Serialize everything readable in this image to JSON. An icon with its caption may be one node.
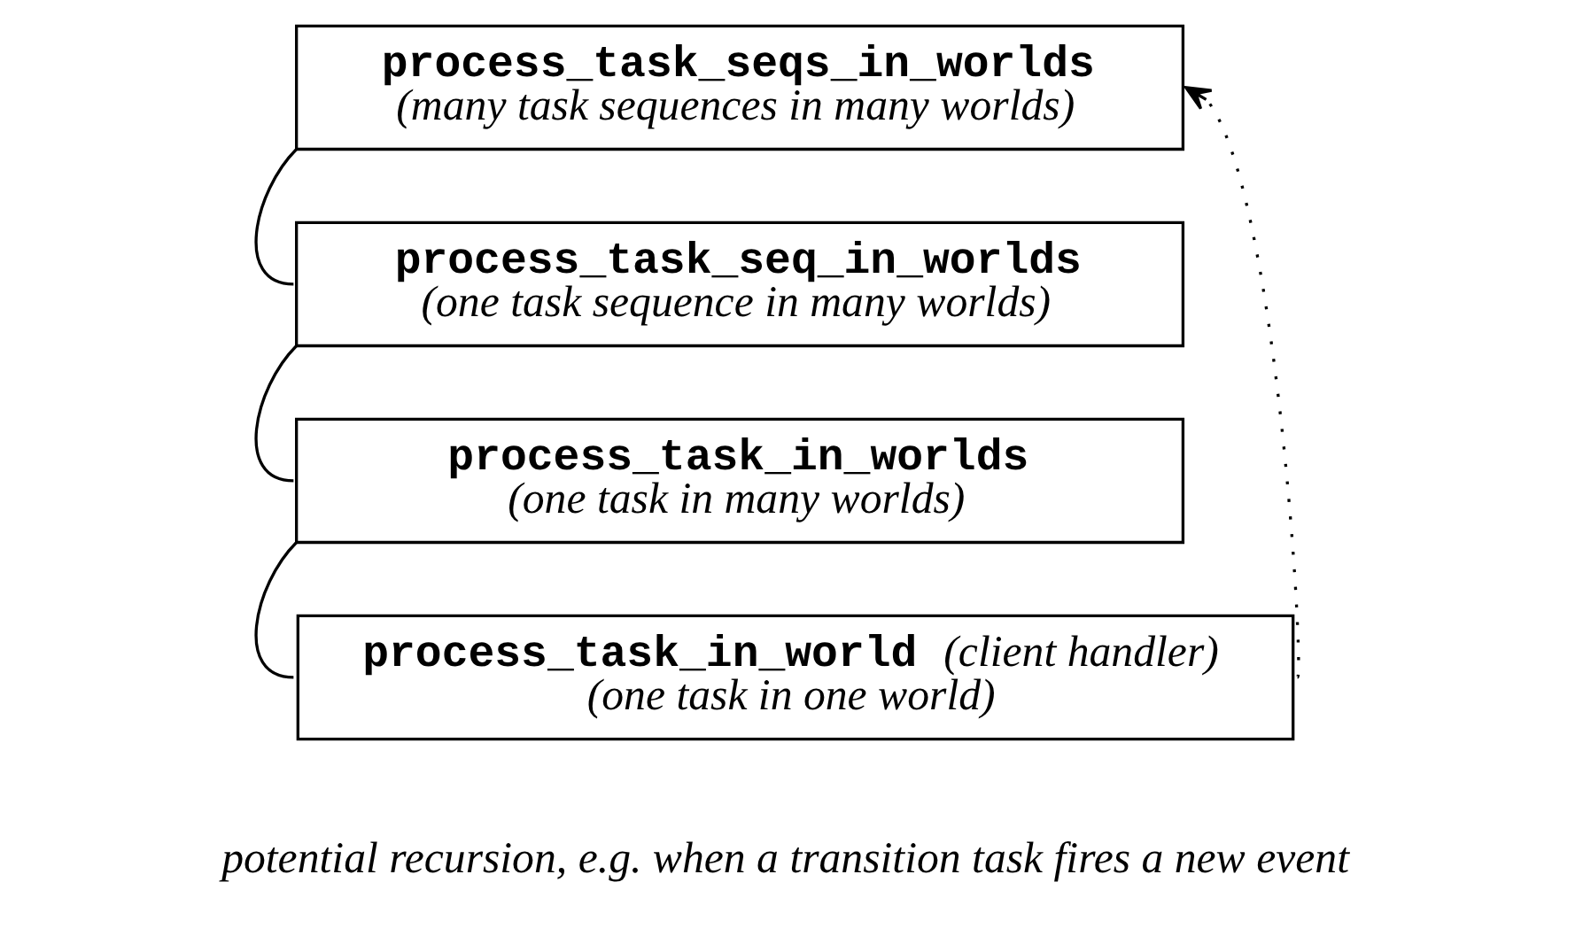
{
  "diagram": {
    "nodes": [
      {
        "text": [
          "process_task_seqs_in_worlds",
          "(many task sequences in many worlds)"
        ]
      },
      {
        "text": [
          "process_task_seq_in_worlds",
          "(one task sequence in many worlds)"
        ]
      },
      {
        "text": [
          "process_task_in_worlds",
          "(one task in many worlds)"
        ]
      },
      {
        "text": [
          "process_task_in_world",
          "(client handler)",
          "(one task in one world)"
        ]
      }
    ],
    "edges": [
      {
        "from": 0,
        "to": 1,
        "arrow": "none"
      },
      {
        "from": 1,
        "to": 2,
        "arrow": "none"
      },
      {
        "from": 2,
        "to": 3,
        "arrow": "none"
      },
      {
        "from": 3,
        "to": 0,
        "arrow": "to",
        "style": "dashed"
      }
    ],
    "labels": [
      "potential recursion, e.g. when a transition task fires a new event"
    ]
  }
}
